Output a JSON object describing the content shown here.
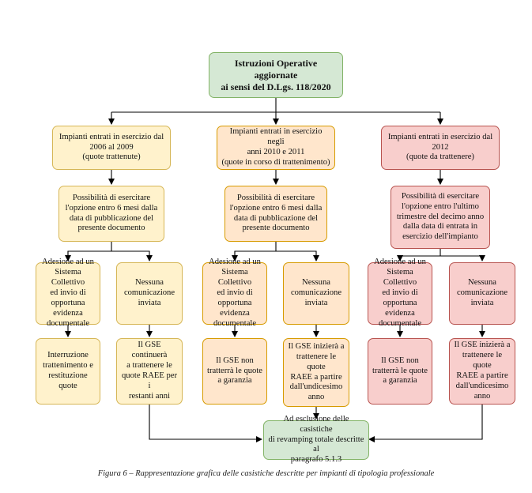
{
  "root": {
    "text": "Istruzioni Operative aggiornate\nai sensi del D.Lgs. 118/2020"
  },
  "columns": [
    {
      "header": "Impianti entrati in esercizio dal\n2006 al 2009\n(quote trattenute)",
      "option": "Possibilità di esercitare\nl'opzione entro 6 mesi dalla\ndata di pubblicazione del\npresente documento",
      "left": "Adesione ad un\nSistema Collettivo\ned invio di\nopportuna evidenza\ndocumentale",
      "right": "Nessuna\ncomunicazione\ninviata",
      "left_result": "Interruzione\ntrattenimento e\nrestituzione quote",
      "right_result": "Il GSE continuerà\na trattenere le\nquote RAEE per i\nrestanti anni"
    },
    {
      "header": "Impianti entrati in esercizio negli\nanni 2010 e 2011\n(quote in corso di trattenimento)",
      "option": "Possibilità di esercitare\nl'opzione entro 6 mesi dalla\ndata di pubblicazione del\npresente documento",
      "left": "Adesione ad un\nSistema Collettivo\ned invio di\nopportuna evidenza\ndocumentale",
      "right": "Nessuna\ncomunicazione\ninviata",
      "left_result": "Il GSE non\ntratterrà le quote\na garanzia",
      "right_result": "Il GSE inizierà a\ntrattenere le quote\nRAEE a partire\ndall'undicesimo\nanno"
    },
    {
      "header": "Impianti entrati in esercizio dal\n2012\n(quote da trattenere)",
      "option": "Possibilità di esercitare\nl'opzione entro l'ultimo\ntrimestre del decimo anno\ndalla data di entrata in\nesercizio dell'impianto",
      "left": "Adesione ad un\nSistema Collettivo\ned invio di\nopportuna evidenza\ndocumentale",
      "right": "Nessuna\ncomunicazione\ninviata",
      "left_result": "Il GSE non\ntratterrà le quote\na garanzia",
      "right_result": "Il GSE inizierà a\ntrattenere le quote\nRAEE a partire\ndall'undicesimo\nanno"
    }
  ],
  "bottom": {
    "text": "Ad esclusione delle casistiche\ndi revamping totale descritte al\nparagrafo 5.1.3"
  },
  "caption": "Figura 6 – Rappresentazione grafica delle casistiche descritte per impianti di tipologia professionale",
  "colors": {
    "green": "#d5e8d4",
    "yellow": "#fff2cc",
    "orange": "#ffe6cc",
    "red": "#f8cecc",
    "line": "#000000"
  }
}
